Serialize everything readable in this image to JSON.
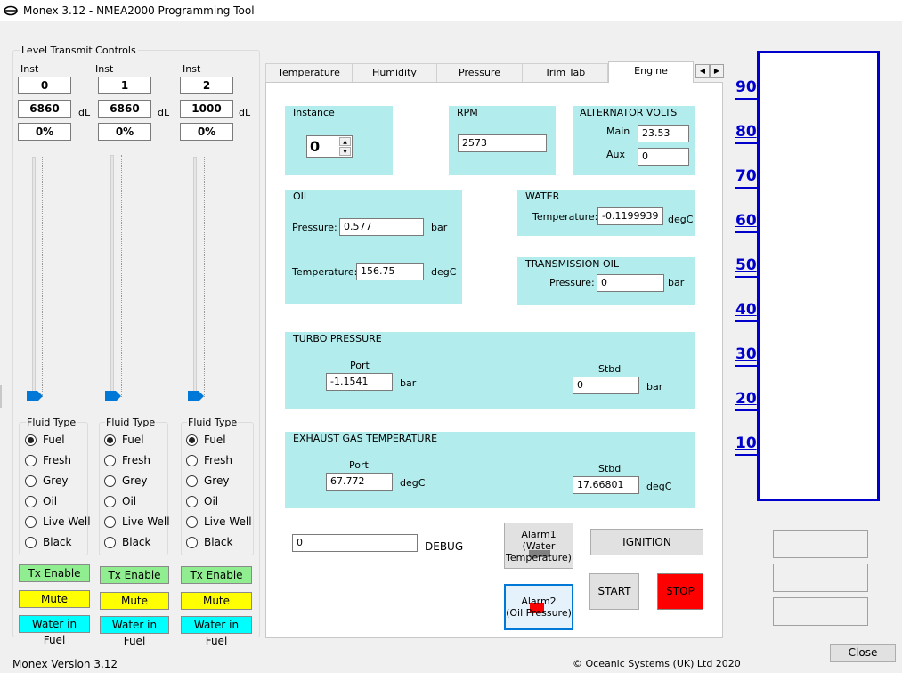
{
  "window": {
    "title": "Monex 3.12 - NMEA2000 Programming Tool"
  },
  "level_controls": {
    "group_label": "Level Transmit Controls",
    "inst_label": "Inst",
    "unit_label": "dL",
    "channels": [
      {
        "inst": "0",
        "level": "6860",
        "percent": "0%",
        "selected_fluid": "Fuel",
        "level_fraction": 0
      },
      {
        "inst": "1",
        "level": "6860",
        "percent": "0%",
        "selected_fluid": "Fuel",
        "level_fraction": 0
      },
      {
        "inst": "2",
        "level": "1000",
        "percent": "0%",
        "selected_fluid": "Fuel",
        "level_fraction": 0
      }
    ],
    "fluid_type_label": "Fluid Type",
    "fluid_options": [
      "Fuel",
      "Fresh",
      "Grey",
      "Oil",
      "Live Well",
      "Black"
    ],
    "tx_enable_label": "Tx Enable",
    "mute_label": "Mute",
    "water_in_fuel_label": "Water in Fuel"
  },
  "tabs": [
    {
      "label": "Temperature"
    },
    {
      "label": "Humidity"
    },
    {
      "label": "Pressure"
    },
    {
      "label": "Trim Tab"
    },
    {
      "label": "Engine"
    }
  ],
  "engine": {
    "instance": {
      "title": "Instance",
      "value": "0"
    },
    "rpm": {
      "title": "RPM",
      "value": "2573"
    },
    "alternator": {
      "title": "ALTERNATOR VOLTS",
      "main_label": "Main",
      "main_value": "23.53",
      "aux_label": "Aux",
      "aux_value": "0"
    },
    "oil": {
      "title": "OIL",
      "pressure_label": "Pressure:",
      "pressure_value": "0.577",
      "pressure_unit": "bar",
      "temp_label": "Temperature:",
      "temp_value": "156.75",
      "temp_unit": "degC"
    },
    "water": {
      "title": "WATER",
      "temp_label": "Temperature:",
      "temp_value": "-0.1199939",
      "temp_unit": "degC"
    },
    "transmission": {
      "title": "TRANSMISSION OIL",
      "pressure_label": "Pressure:",
      "pressure_value": "0",
      "pressure_unit": "bar"
    },
    "turbo": {
      "title": "TURBO PRESSURE",
      "port_label": "Port",
      "port_value": "-1.1541",
      "port_unit": "bar",
      "stbd_label": "Stbd",
      "stbd_value": "0",
      "stbd_unit": "bar"
    },
    "exhaust": {
      "title": "EXHAUST GAS TEMPERATURE",
      "port_label": "Port",
      "port_value": "67.772",
      "port_unit": "degC",
      "stbd_label": "Stbd",
      "stbd_value": "17.66801",
      "stbd_unit": "degC"
    },
    "debug": {
      "value": "0",
      "label": "DEBUG"
    },
    "alarm1": {
      "line1": "Alarm1",
      "line2": "(Water",
      "line3": "Temperature)"
    },
    "alarm2": {
      "line1": "Alarm2",
      "line2": "(Oil Pressure)"
    },
    "ignition_label": "IGNITION",
    "start_label": "START",
    "stop_label": "STOP"
  },
  "gauge": {
    "labels": [
      "90",
      "80",
      "70",
      "60",
      "50",
      "40",
      "30",
      "20",
      "10"
    ],
    "color": "#0000cc"
  },
  "footer": {
    "version": "Monex Version 3.12",
    "copyright": "© Oceanic Systems (UK) Ltd 2020",
    "close_label": "Close"
  },
  "colors": {
    "panel": "#b3ecec",
    "tx_enable": "#90ee90",
    "mute": "#ffff00",
    "water_in_fuel": "#00ffff",
    "stop": "#ff0000",
    "slider_thumb": "#0078d7"
  }
}
